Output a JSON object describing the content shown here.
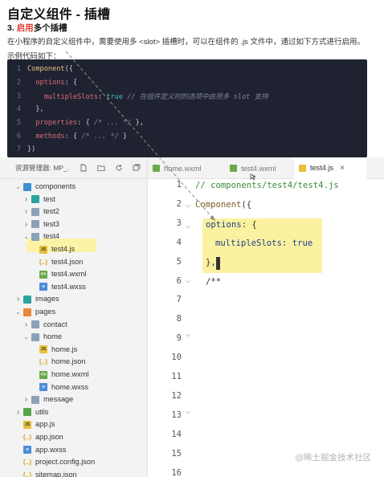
{
  "doc": {
    "title": "自定义组件 - 插槽",
    "subtitle_prefix": "3. ",
    "subtitle_accent": "启用",
    "subtitle_rest": "多个插槽",
    "paragraph": "在小程序的自定义组件中，需要使用多 <slot> 插槽时，可以在组件的 .js 文件中，通过如下方式进行启用。",
    "caption": "示例代码如下："
  },
  "code_block": {
    "lines": [
      {
        "num": "1",
        "code": "Component({"
      },
      {
        "num": "2",
        "code": "  options: {"
      },
      {
        "num": "3",
        "code": "    multipleSlots: true // 在组件定义时的选项中启用多 slot 支持"
      },
      {
        "num": "4",
        "code": "  },"
      },
      {
        "num": "5",
        "code": "  properties: { /* ... */ },"
      },
      {
        "num": "6",
        "code": "  methods: { /* ... */ }"
      },
      {
        "num": "7",
        "code": "})"
      }
    ]
  },
  "ide": {
    "explorer": {
      "title": "资源管理器: MP_..."
    },
    "tree": [
      {
        "label": "components",
        "depth": 0,
        "expanded": true,
        "icon": "folder-blue"
      },
      {
        "label": "test",
        "depth": 1,
        "expanded": false,
        "icon": "folder-teal"
      },
      {
        "label": "test2",
        "depth": 1,
        "expanded": false,
        "icon": "folder"
      },
      {
        "label": "test3",
        "depth": 1,
        "expanded": false,
        "icon": "folder"
      },
      {
        "label": "test4",
        "depth": 1,
        "expanded": true,
        "icon": "folder"
      },
      {
        "label": "test4.js",
        "depth": 2,
        "icon": "js"
      },
      {
        "label": "test4.json",
        "depth": 2,
        "icon": "json"
      },
      {
        "label": "test4.wxml",
        "depth": 2,
        "icon": "wxml"
      },
      {
        "label": "test4.wxss",
        "depth": 2,
        "icon": "wxss"
      },
      {
        "label": "images",
        "depth": 0,
        "expanded": false,
        "icon": "folder-teal"
      },
      {
        "label": "pages",
        "depth": 0,
        "expanded": true,
        "icon": "folder-orange"
      },
      {
        "label": "contact",
        "depth": 1,
        "expanded": false,
        "icon": "folder"
      },
      {
        "label": "home",
        "depth": 1,
        "expanded": true,
        "icon": "folder"
      },
      {
        "label": "home.js",
        "depth": 2,
        "icon": "js"
      },
      {
        "label": "home.json",
        "depth": 2,
        "icon": "json"
      },
      {
        "label": "home.wxml",
        "depth": 2,
        "icon": "wxml"
      },
      {
        "label": "home.wxss",
        "depth": 2,
        "icon": "wxss"
      },
      {
        "label": "message",
        "depth": 1,
        "expanded": false,
        "icon": "folder"
      },
      {
        "label": "utils",
        "depth": 0,
        "expanded": false,
        "icon": "folder-green"
      },
      {
        "label": "app.js",
        "depth": 0,
        "icon": "js"
      },
      {
        "label": "app.json",
        "depth": 0,
        "icon": "json"
      },
      {
        "label": "app.wxss",
        "depth": 0,
        "icon": "wxss"
      },
      {
        "label": "project.config.json",
        "depth": 0,
        "icon": "json"
      },
      {
        "label": "sitemap.json",
        "depth": 0,
        "icon": "json"
      }
    ],
    "tabs": [
      {
        "label": "home.wxml",
        "icon": "wxml",
        "active": false
      },
      {
        "label": "test4.wxml",
        "icon": "wxml",
        "active": false
      },
      {
        "label": "test4.js",
        "icon": "js",
        "active": true
      }
    ],
    "gutter": [
      "1",
      "2",
      "3",
      "4",
      "5",
      "6",
      "7",
      "8",
      "9",
      "10",
      "11",
      "12",
      "13",
      "14",
      "15",
      "16"
    ],
    "editor_lines": {
      "l1": "// components/test4/test4.js",
      "l2_fn": "Component",
      "l2_pun": "({",
      "l3_key": "options",
      "l3_pun": ": {",
      "l4_key": "multipleSlots",
      "l4_pun": ": ",
      "l4_val": "true",
      "l5": "},",
      "l6": "/**"
    }
  },
  "watermark": "@稀土掘金技术社区",
  "colors": {
    "accent_red": "#e03c31",
    "code_bg": "#1f2331",
    "highlight_yellow": "#fbf2a1"
  }
}
